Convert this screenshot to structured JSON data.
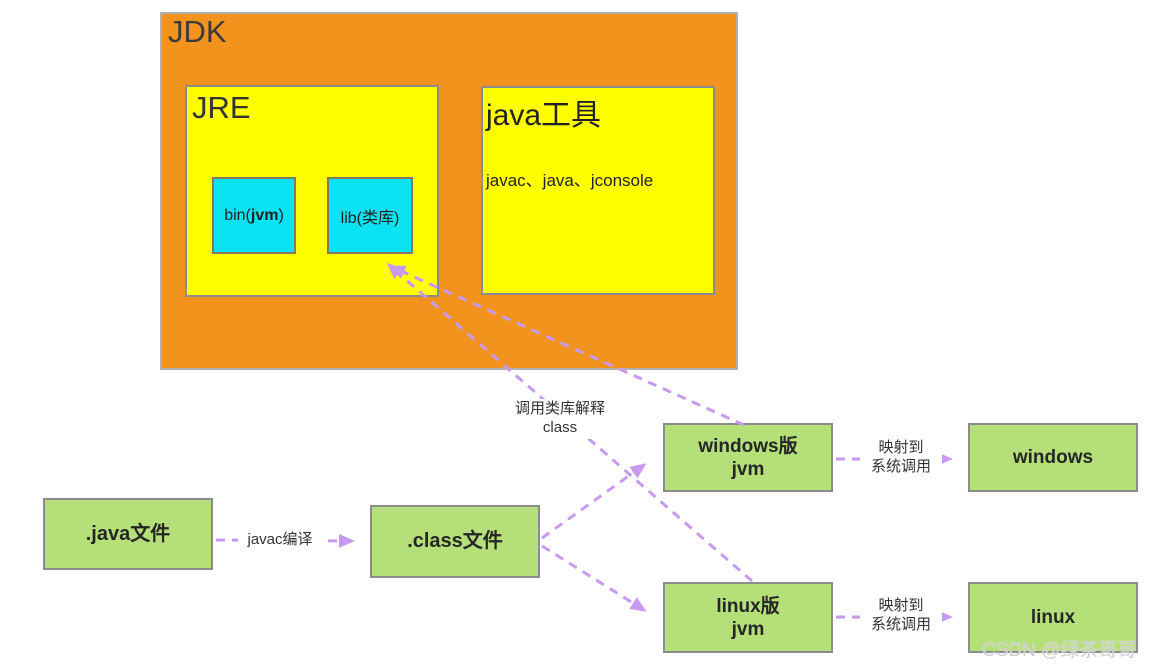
{
  "diagram": {
    "jdk": {
      "title": "JDK"
    },
    "jre": {
      "title": "JRE"
    },
    "java_tools": {
      "title": "java工具",
      "items": "javac、java、jconsole"
    },
    "bin": {
      "prefix": "bin(",
      "strong": "jvm",
      "suffix": ")"
    },
    "lib": {
      "label": "lib(类库)"
    },
    "java_file": {
      "label": ".java文件"
    },
    "class_file": {
      "label": ".class文件"
    },
    "windows_jvm": {
      "line1": "windows版",
      "line2": "jvm"
    },
    "windows_os": {
      "label": "windows"
    },
    "linux_jvm": {
      "line1": "linux版",
      "line2": "jvm"
    },
    "linux_os": {
      "label": "linux"
    },
    "labels": {
      "javac_compile": "javac编译",
      "call_lib_line1": "调用类库解释",
      "call_lib_line2": "class",
      "map_syscall_line1": "映射到",
      "map_syscall_line2": "系统调用"
    },
    "watermark": "CSDN @绿茶哥哥",
    "colors": {
      "jdk_fill": "#f2931e",
      "inner_fill": "#ffff00",
      "module_fill": "#0be2f2",
      "node_fill": "#b5df78",
      "connector": "#c79af0",
      "border": "#8c8c8c",
      "text": "#333333"
    }
  }
}
